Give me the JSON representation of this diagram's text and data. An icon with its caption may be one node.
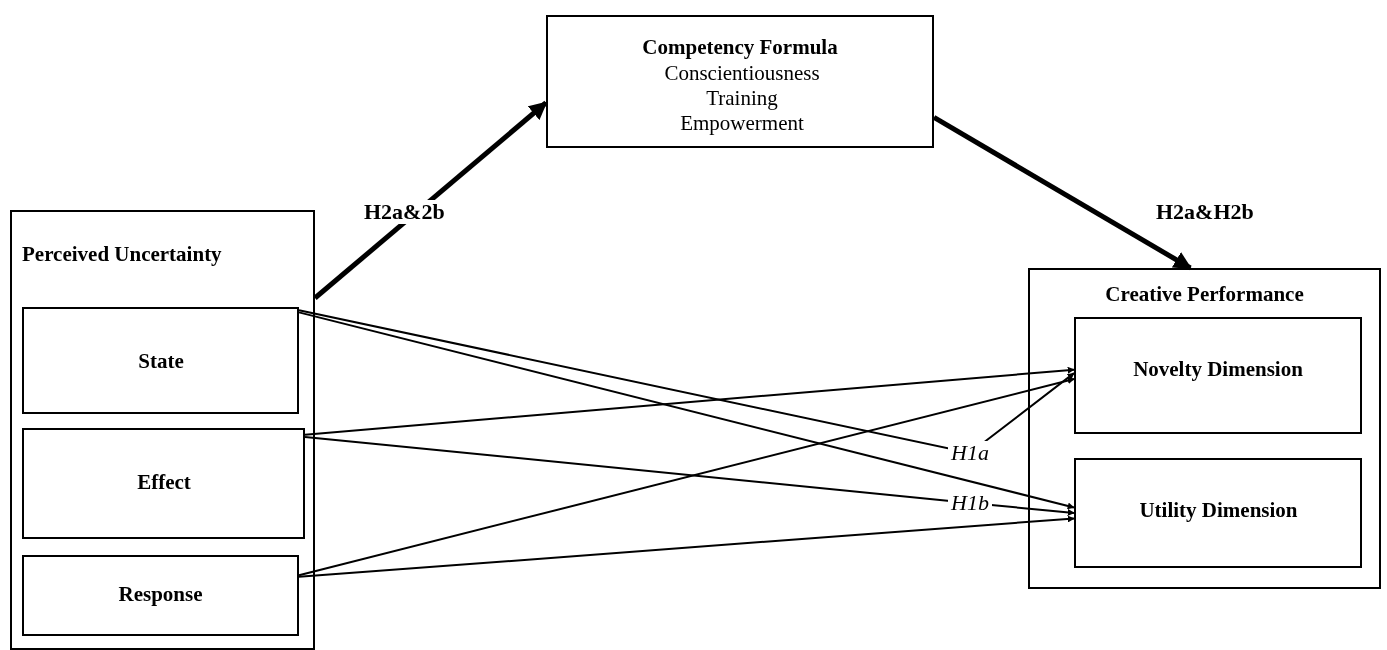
{
  "diagram": {
    "nodes": [
      {
        "text": [
          "Perceived Uncertainty"
        ]
      },
      {
        "text": [
          "State"
        ],
        "in": 0
      },
      {
        "text": [
          "Effect"
        ],
        "in": 0
      },
      {
        "text": [
          "Response"
        ],
        "in": 0
      },
      {
        "text": [
          "Competency Formula",
          "Conscientiousness Training Empowerment"
        ]
      },
      {
        "text": [
          "Creative Performance"
        ]
      },
      {
        "text": [
          "Novelty Dimension"
        ],
        "in": 5
      },
      {
        "text": [
          "Utility Dimension"
        ],
        "in": 5
      }
    ],
    "edges": [
      {
        "from": 0,
        "to": 4,
        "arrow": "to",
        "label": "H2a&2b",
        "style": "thick"
      },
      {
        "from": 4,
        "to": 5,
        "arrow": "to",
        "label": "H2a&H2b",
        "style": "thick"
      },
      {
        "from": 1,
        "to": 6,
        "arrow": "to",
        "label": "H1a"
      },
      {
        "from": 2,
        "to": 6,
        "arrow": "to"
      },
      {
        "from": 3,
        "to": 6,
        "arrow": "to"
      },
      {
        "from": 1,
        "to": 7,
        "arrow": "to"
      },
      {
        "from": 2,
        "to": 7,
        "arrow": "to",
        "label": "H1b"
      },
      {
        "from": 3,
        "to": 7,
        "arrow": "to"
      }
    ]
  }
}
